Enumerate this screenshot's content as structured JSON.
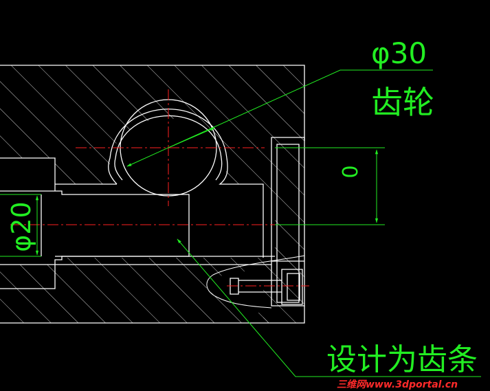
{
  "labels": {
    "gear_dia": "φ30",
    "gear_name": "齿轮",
    "rack_dia": "φ20",
    "offset_dim": "0",
    "rack_note": "设计为齿条"
  },
  "watermark": "三维网www.3dportal.cn",
  "colors": {
    "background": "#000000",
    "outline": "#ffffff",
    "hatch": "#cfcfcf",
    "center_line": "#ff2020",
    "dimension": "#22ee22"
  }
}
